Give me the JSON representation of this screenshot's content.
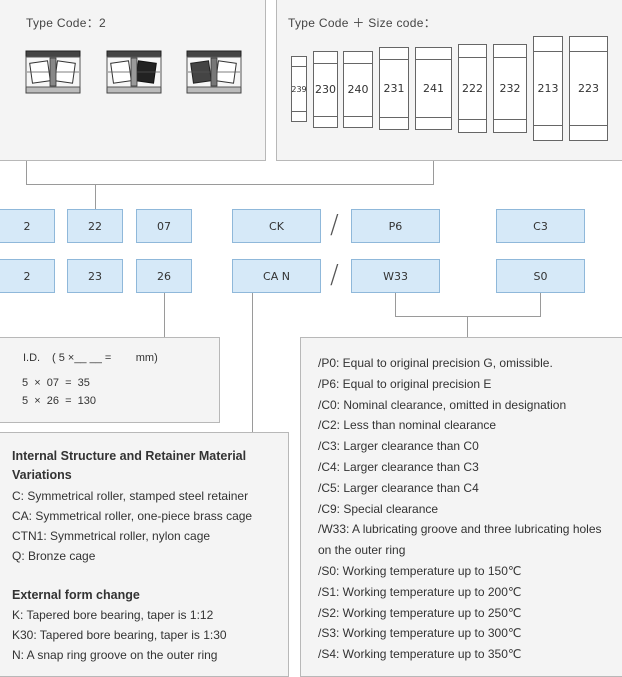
{
  "type_code_panel": {
    "title": "Type Code：2"
  },
  "size_code_panel": {
    "title": "Type Code ＋ Size code：",
    "codes": [
      "239",
      "230",
      "240",
      "231",
      "241",
      "222",
      "232",
      "213",
      "223"
    ]
  },
  "code_row_1": {
    "type": "2",
    "width_series": "22",
    "bore": "07",
    "inner": "CK",
    "precision": "P6",
    "clearance": "C3"
  },
  "code_row_2": {
    "type": "2",
    "width_series": "23",
    "bore": "26",
    "inner": "CA N",
    "precision": "W33",
    "clearance": "S0"
  },
  "separator": "/",
  "id_panel": {
    "formula_label": "I.D.",
    "formula_body": "( 5 ×__ __ =        mm)",
    "example_1": "5  ×  07  =  35",
    "example_2": "5  ×  26  =  130"
  },
  "structure_panel": {
    "title": "Internal Structure and Retainer Material Variations",
    "items": [
      "C: Symmetrical roller, stamped steel retainer",
      "CA: Symmetrical roller, one-piece brass cage",
      "CTN1: Symmetrical roller, nylon cage",
      "Q: Bronze cage"
    ],
    "form_title": "External form change",
    "form_items": [
      "K: Tapered bore bearing, taper is 1:12",
      "K30: Tapered bore bearing, taper is 1:30",
      "N: A snap ring groove on the outer ring"
    ]
  },
  "suffix_panel": {
    "items": [
      "/P0: Equal to original precision G, omissible.",
      "/P6: Equal to original precision E",
      "/C0: Nominal clearance, omitted in designation",
      "/C2: Less than nominal clearance",
      "/C3: Larger clearance than C0",
      "/C4: Larger clearance than C3",
      "/C5: Larger clearance than C4",
      "/C9: Special clearance",
      "/W33: A lubricating groove and three lubricating holes on the outer ring",
      "/S0: Working temperature up to 150℃",
      "/S1: Working temperature up to 200℃",
      "/S2: Working temperature up to 250℃",
      "/S3: Working temperature up to 300℃",
      "/S4: Working temperature up to 350℃"
    ]
  },
  "colors": {
    "code_box_fill": "#d6e9f8",
    "code_box_border": "#8fb8da",
    "panel_fill": "#f4f4f4"
  }
}
